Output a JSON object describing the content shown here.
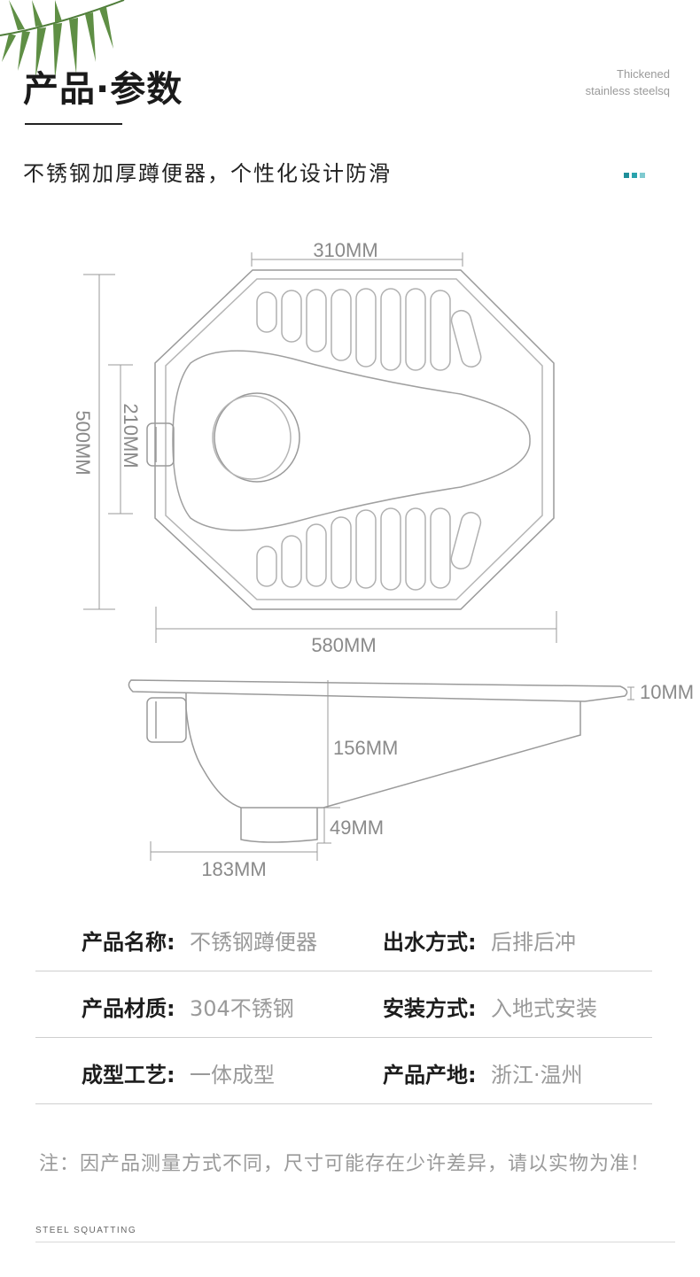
{
  "header": {
    "title": "产品·参数",
    "tagline_line1": "Thickened",
    "tagline_line2": "stainless steelsq",
    "subtitle": "不锈钢加厚蹲便器，个性化设计防滑"
  },
  "accent_colors": [
    "#1f8f9a",
    "#2aa3ad",
    "#7fcad0"
  ],
  "dimensions": {
    "top_width": "310MM",
    "total_length": "500MM",
    "inner_length": "210MM",
    "total_width": "580MM",
    "rim": "10MM",
    "depth": "156MM",
    "outlet_height": "49MM",
    "outlet_offset": "183MM"
  },
  "specs": [
    {
      "key": "产品名称:",
      "value": "不锈钢蹲便器",
      "key2": "出水方式:",
      "value2": "后排后冲"
    },
    {
      "key": "产品材质:",
      "value": "304不锈钢",
      "key2": "安装方式:",
      "value2": "入地式安装"
    },
    {
      "key": "成型工艺:",
      "value": "一体成型",
      "key2": "产品产地:",
      "value2": "浙江·温州"
    }
  ],
  "note": "注：因产品测量方式不同，尺寸可能存在少许差异，请以实物为准！",
  "footer": "STEEL SQUATTING"
}
